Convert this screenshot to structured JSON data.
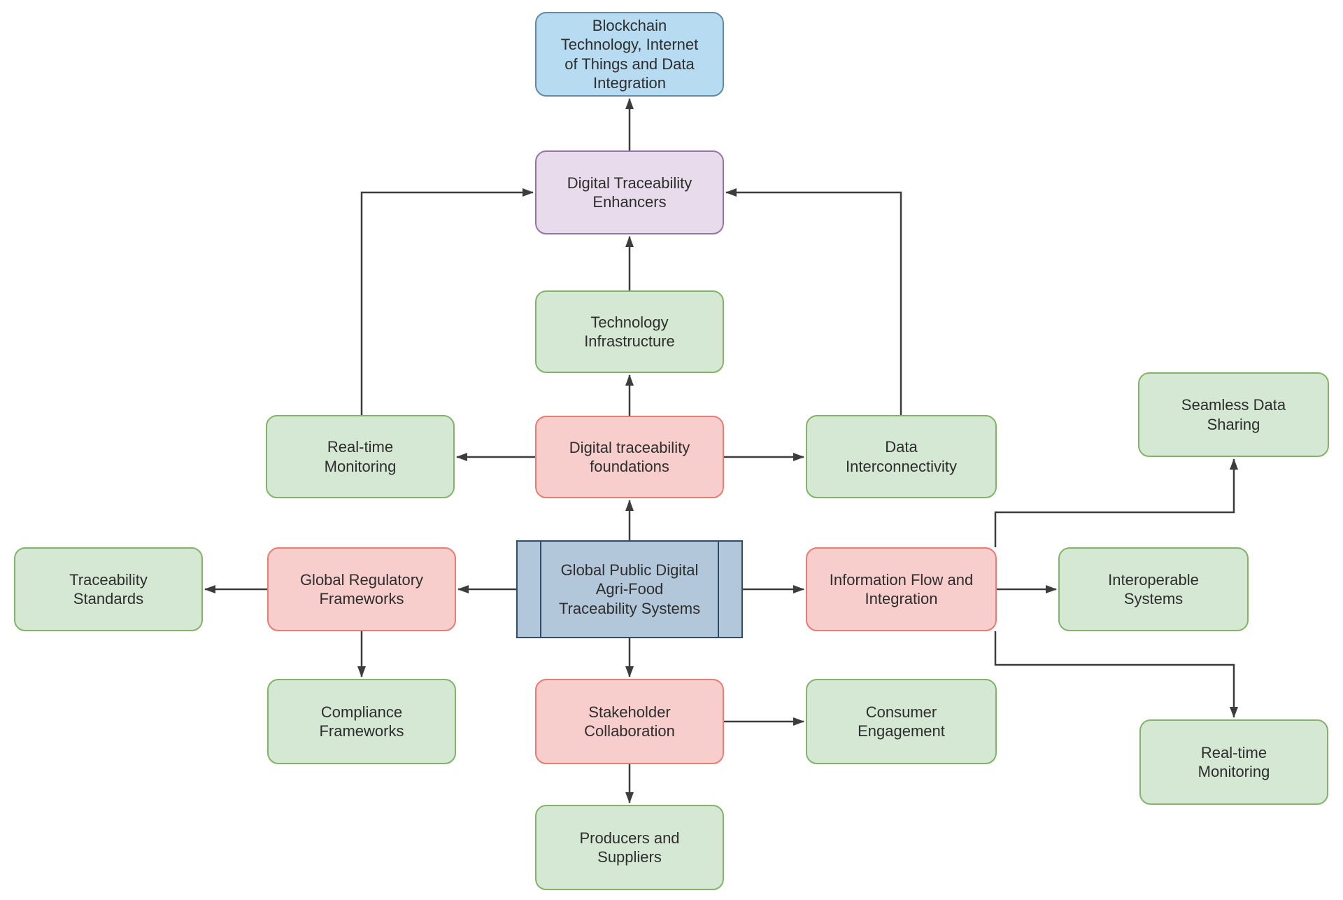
{
  "diagram": {
    "title": "Global Public Digital Agri-Food Traceability Systems concept map",
    "background_color": "#ffffff",
    "text_color": "#2d2d2d",
    "line_color": "#3c3c3c",
    "styles": {
      "green": {
        "fill": "#d5e8d4",
        "stroke": "#82b366"
      },
      "red": {
        "fill": "#f8cecc",
        "stroke": "#ec7b72"
      },
      "purple": {
        "fill": "#e7dbec",
        "stroke": "#9673a6"
      },
      "blue": {
        "fill": "#b7dcf2",
        "stroke": "#5f8aa8"
      },
      "hub": {
        "fill": "#b3c7da",
        "stroke": "#2e4d6b"
      }
    },
    "nodes": [
      {
        "id": "blockchain-technology",
        "style": "blue",
        "label": "Blockchain\nTechnology, Internet\nof Things and Data\nIntegration"
      },
      {
        "id": "digital-traceability-enhancers",
        "style": "purple",
        "label": "Digital Traceability\nEnhancers"
      },
      {
        "id": "technology-infrastructure",
        "style": "green",
        "label": "Technology\nInfrastructure"
      },
      {
        "id": "digital-traceability-foundations",
        "style": "red",
        "label": "Digital traceability\nfoundations"
      },
      {
        "id": "central-hub",
        "style": "hub",
        "label": "Global Public Digital\nAgri-Food\nTraceability Systems"
      },
      {
        "id": "real-time-monitoring-left",
        "style": "green",
        "label": "Real-time\nMonitoring"
      },
      {
        "id": "traceability-standards",
        "style": "green",
        "label": "Traceability\nStandards"
      },
      {
        "id": "global-regulatory-frameworks",
        "style": "red",
        "label": "Global Regulatory\nFrameworks"
      },
      {
        "id": "compliance-frameworks",
        "style": "green",
        "label": "Compliance\nFrameworks"
      },
      {
        "id": "data-interconnectivity",
        "style": "green",
        "label": "Data\nInterconnectivity"
      },
      {
        "id": "information-flow-integration",
        "style": "red",
        "label": "Information Flow and\nIntegration"
      },
      {
        "id": "consumer-engagement",
        "style": "green",
        "label": "Consumer\nEngagement"
      },
      {
        "id": "interoperable-systems",
        "style": "green",
        "label": "Interoperable\nSystems"
      },
      {
        "id": "seamless-data-sharing",
        "style": "green",
        "label": "Seamless Data\nSharing"
      },
      {
        "id": "real-time-monitoring-right",
        "style": "green",
        "label": "Real-time\nMonitoring"
      },
      {
        "id": "stakeholder-collaboration",
        "style": "red",
        "label": "Stakeholder\nCollaboration"
      },
      {
        "id": "producers-and-suppliers",
        "style": "green",
        "label": "Producers and\nSuppliers"
      }
    ],
    "edges": [
      {
        "from": "digital-traceability-enhancers",
        "to": "blockchain-technology"
      },
      {
        "from": "technology-infrastructure",
        "to": "digital-traceability-enhancers"
      },
      {
        "from": "digital-traceability-foundations",
        "to": "technology-infrastructure"
      },
      {
        "from": "central-hub",
        "to": "digital-traceability-foundations"
      },
      {
        "from": "digital-traceability-foundations",
        "to": "real-time-monitoring-left"
      },
      {
        "from": "digital-traceability-foundations",
        "to": "data-interconnectivity"
      },
      {
        "from": "real-time-monitoring-left",
        "to": "digital-traceability-enhancers"
      },
      {
        "from": "data-interconnectivity",
        "to": "digital-traceability-enhancers"
      },
      {
        "from": "central-hub",
        "to": "global-regulatory-frameworks"
      },
      {
        "from": "global-regulatory-frameworks",
        "to": "traceability-standards"
      },
      {
        "from": "global-regulatory-frameworks",
        "to": "compliance-frameworks"
      },
      {
        "from": "central-hub",
        "to": "information-flow-integration"
      },
      {
        "from": "central-hub",
        "to": "stakeholder-collaboration"
      },
      {
        "from": "stakeholder-collaboration",
        "to": "consumer-engagement"
      },
      {
        "from": "stakeholder-collaboration",
        "to": "producers-and-suppliers"
      },
      {
        "from": "information-flow-integration",
        "to": "interoperable-systems"
      },
      {
        "from": "information-flow-integration",
        "to": "seamless-data-sharing"
      },
      {
        "from": "information-flow-integration",
        "to": "real-time-monitoring-right"
      }
    ]
  }
}
